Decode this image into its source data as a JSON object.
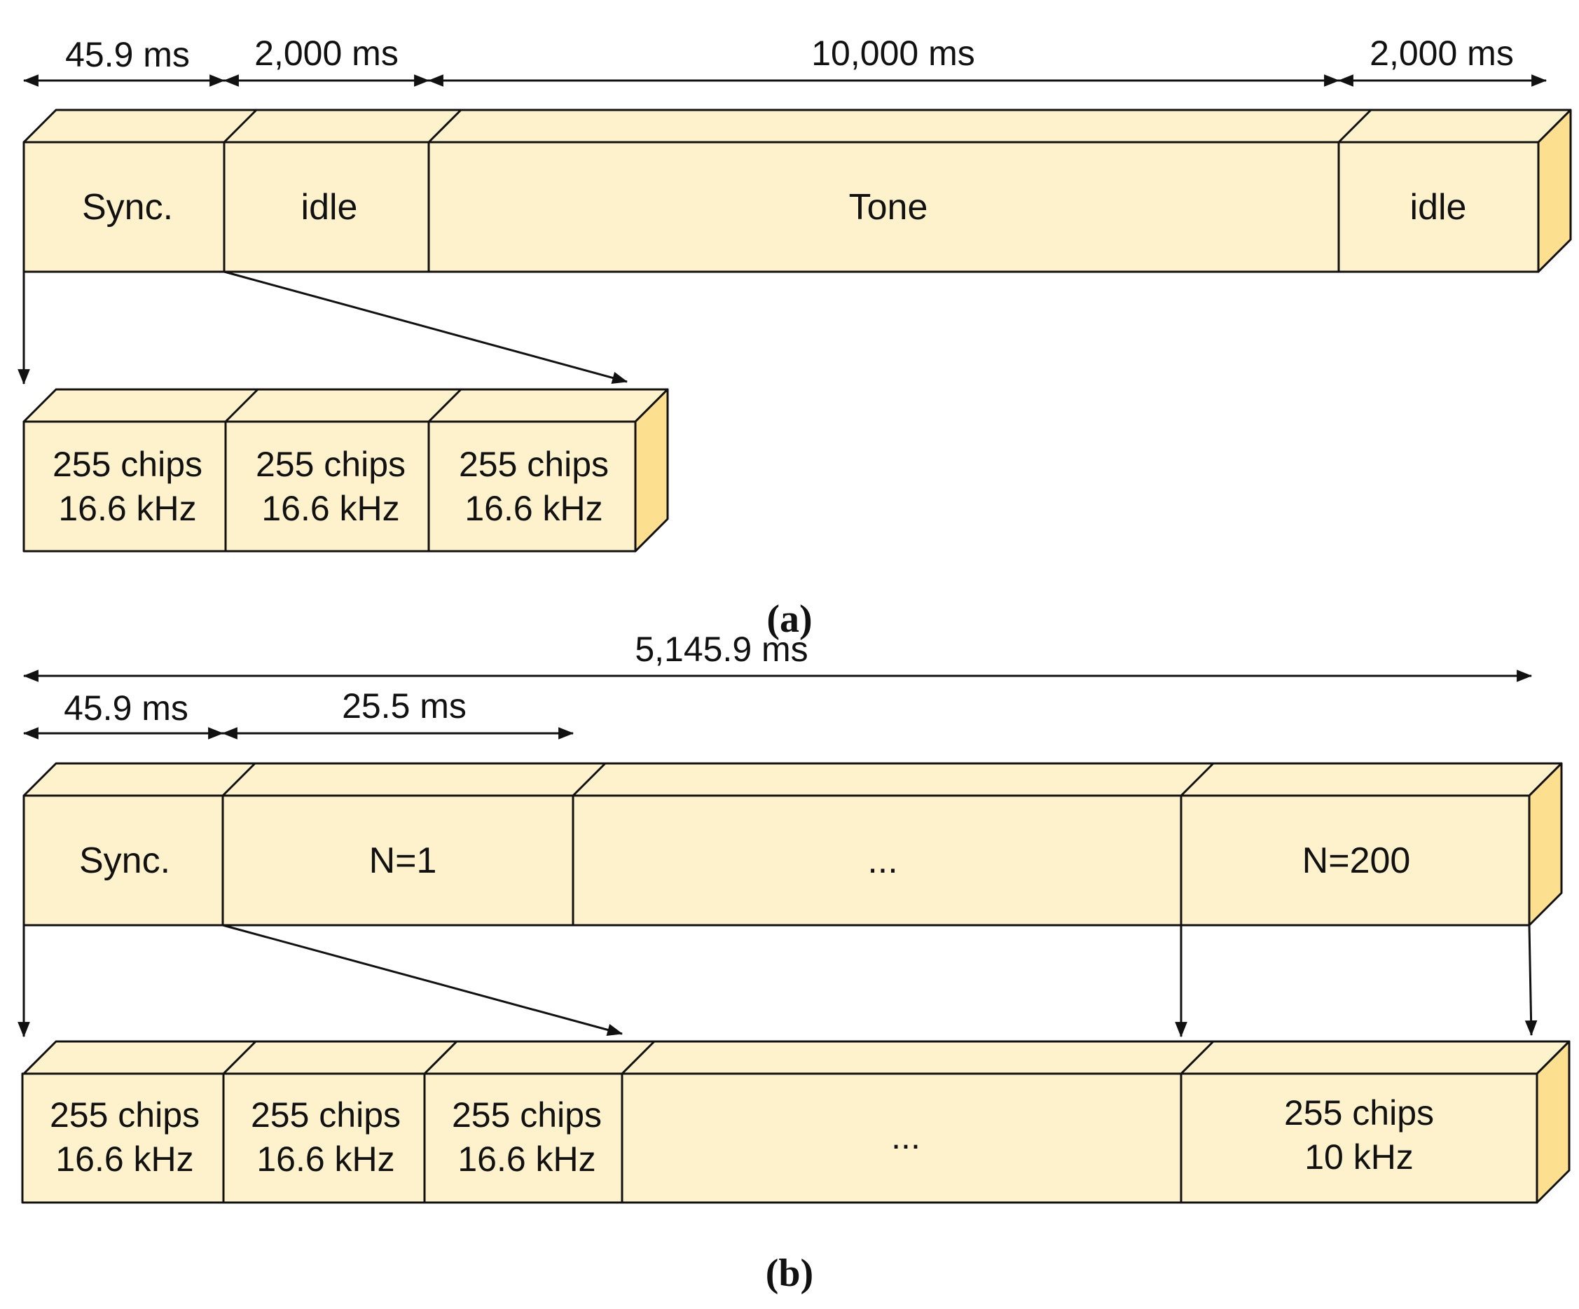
{
  "colors": {
    "face": "#fef2cc",
    "top": "#fef2cc",
    "side": "#fde08f",
    "stroke": "#111111"
  },
  "a": {
    "caption": "(a)",
    "durations": [
      "45.9 ms",
      "2,000 ms",
      "10,000 ms",
      "2,000 ms"
    ],
    "blocks": [
      "Sync.",
      "idle",
      "Tone",
      "idle"
    ],
    "chips": [
      [
        "255 chips",
        "16.6 kHz"
      ],
      [
        "255 chips",
        "16.6 kHz"
      ],
      [
        "255 chips",
        "16.6 kHz"
      ]
    ]
  },
  "b": {
    "caption": "(b)",
    "total": "5,145.9 ms",
    "durations": [
      "45.9 ms",
      "25.5 ms"
    ],
    "blocks": [
      "Sync.",
      "N=1",
      "...",
      "N=200"
    ],
    "chips": [
      [
        "255 chips",
        "16.6 kHz"
      ],
      [
        "255 chips",
        "16.6 kHz"
      ],
      [
        "255 chips",
        "16.6 kHz"
      ],
      [
        "..."
      ],
      [
        "255 chips",
        "10 kHz"
      ]
    ]
  }
}
